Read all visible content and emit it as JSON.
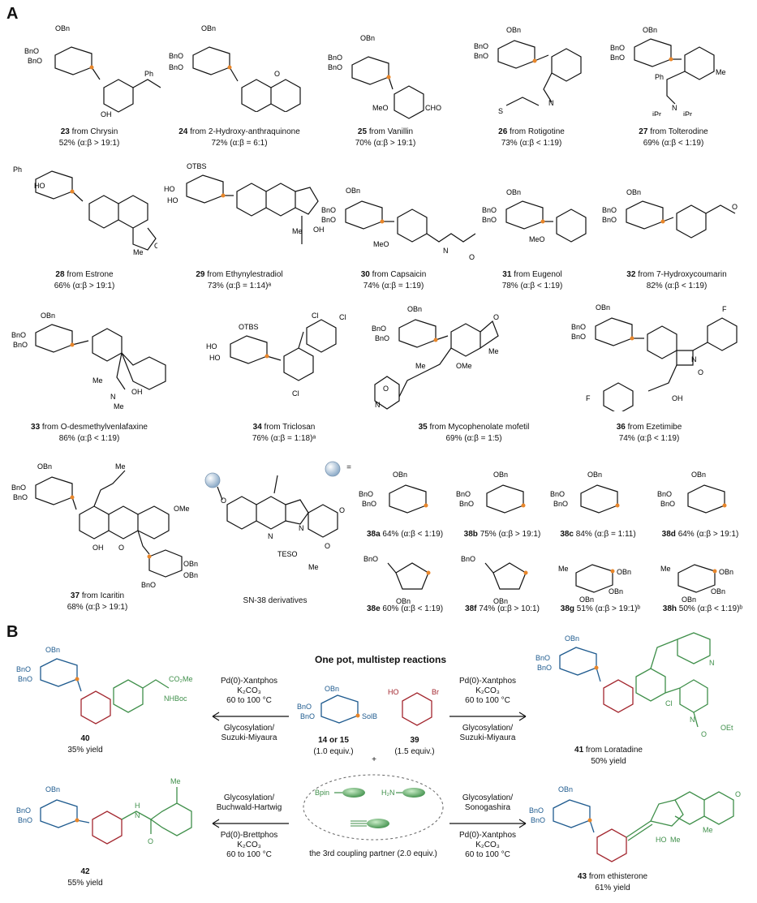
{
  "panel_a": {
    "letter": "A",
    "compounds": [
      {
        "num": "23",
        "src": "from Chrysin",
        "yield": "52% (α:β > 19:1)"
      },
      {
        "num": "24",
        "src": "from 2-Hydroxy-anthraquinone",
        "yield": "72% (α:β = 6:1)"
      },
      {
        "num": "25",
        "src": "from Vanillin",
        "yield": "70% (α:β > 19:1)"
      },
      {
        "num": "26",
        "src": "from Rotigotine",
        "yield": "73% (α:β < 1:19)"
      },
      {
        "num": "27",
        "src": "from Tolterodine",
        "yield": "69% (α:β < 1:19)"
      },
      {
        "num": "28",
        "src": "from Estrone",
        "yield": "66% (α:β > 19:1)"
      },
      {
        "num": "29",
        "src": "from Ethynylestradiol",
        "yield": "73% (α:β = 1:14)ᵃ"
      },
      {
        "num": "30",
        "src": "from Capsaicin",
        "yield": "74% (α:β = 1:19)"
      },
      {
        "num": "31",
        "src": "from Eugenol",
        "yield": "78% (α:β < 1:19)"
      },
      {
        "num": "32",
        "src": "from 7-Hydroxycoumarin",
        "yield": "82% (α:β < 1:19)"
      },
      {
        "num": "33",
        "src": "from O-desmethylvenlafaxine",
        "yield": "86% (α:β < 1:19)"
      },
      {
        "num": "34",
        "src": "from Triclosan",
        "yield": "76% (α:β = 1:18)ᵃ"
      },
      {
        "num": "35",
        "src": "from Mycophenolate mofetil",
        "yield": "69% (α:β = 1:5)"
      },
      {
        "num": "36",
        "src": "from Ezetimibe",
        "yield": "74% (α:β < 1:19)"
      },
      {
        "num": "37",
        "src": "from Icaritin",
        "yield": "68% (α:β > 19:1)"
      }
    ],
    "sn38_label": "SN-38 derivatives",
    "equals": "=",
    "derivatives": [
      {
        "num": "38a",
        "yield": "64% (α:β < 1:19)"
      },
      {
        "num": "38b",
        "yield": "75% (α:β > 19:1)"
      },
      {
        "num": "38c",
        "yield": "84% (α:β = 1:11)"
      },
      {
        "num": "38d",
        "yield": "64% (α:β > 19:1)"
      },
      {
        "num": "38e",
        "yield": "60% (α:β < 1:19)"
      },
      {
        "num": "38f",
        "yield": "74% (α:β > 10:1)"
      },
      {
        "num": "38g",
        "yield": "51% (α:β > 19:1)ᵇ"
      },
      {
        "num": "38h",
        "yield": "50% (α:β < 1:19)ᵇ"
      }
    ]
  },
  "panel_b": {
    "letter": "B",
    "header": "One pot, multistep reactions",
    "reagent1": {
      "num": "14 or 15",
      "equiv": "(1.0 equiv.)",
      "leaving": "SolB"
    },
    "plus": "+",
    "reagent2": {
      "num": "39",
      "equiv": "(1.5 equiv.)"
    },
    "partner_label": "the 3rd coupling partner (2.0 equiv.)",
    "partners": [
      "Bpin",
      "H₂N"
    ],
    "arrows": {
      "top_left": {
        "above": [
          "Pd(0)-Xantphos",
          "K₂CO₃",
          "60 to 100 °C"
        ],
        "below": [
          "Glycosylation/",
          "Suzuki-Miyaura"
        ]
      },
      "top_right": {
        "above": [
          "Pd(0)-Xantphos",
          "K₂CO₃",
          "60 to 100 °C"
        ],
        "below": [
          "Glycosylation/",
          "Suzuki-Miyaura"
        ]
      },
      "bottom_left": {
        "above": [
          "Glycosylation/",
          "Buchwald-Hartwig"
        ],
        "below": [
          "Pd(0)-Brettphos",
          "K₂CO₃",
          "60 to 100 °C"
        ]
      },
      "bottom_right": {
        "above": [
          "Glycosylation/",
          "Sonogashira"
        ],
        "below": [
          "Pd(0)-Xantphos",
          "K₂CO₃",
          "60 to 100 °C"
        ]
      }
    },
    "products": [
      {
        "num": "40",
        "src": "",
        "yield": "35% yield"
      },
      {
        "num": "41",
        "src": "from Loratadine",
        "yield": "50% yield"
      },
      {
        "num": "42",
        "src": "",
        "yield": "55% yield"
      },
      {
        "num": "43",
        "src": "from ethisterone",
        "yield": "61% yield"
      }
    ]
  },
  "colors": {
    "anomeric_dot": "#e8862a",
    "sugar_blue": "#1f5b8f",
    "phenol_red": "#a3272f",
    "partner_green": "#3f8f4a",
    "bead": "#a9c4e0"
  }
}
